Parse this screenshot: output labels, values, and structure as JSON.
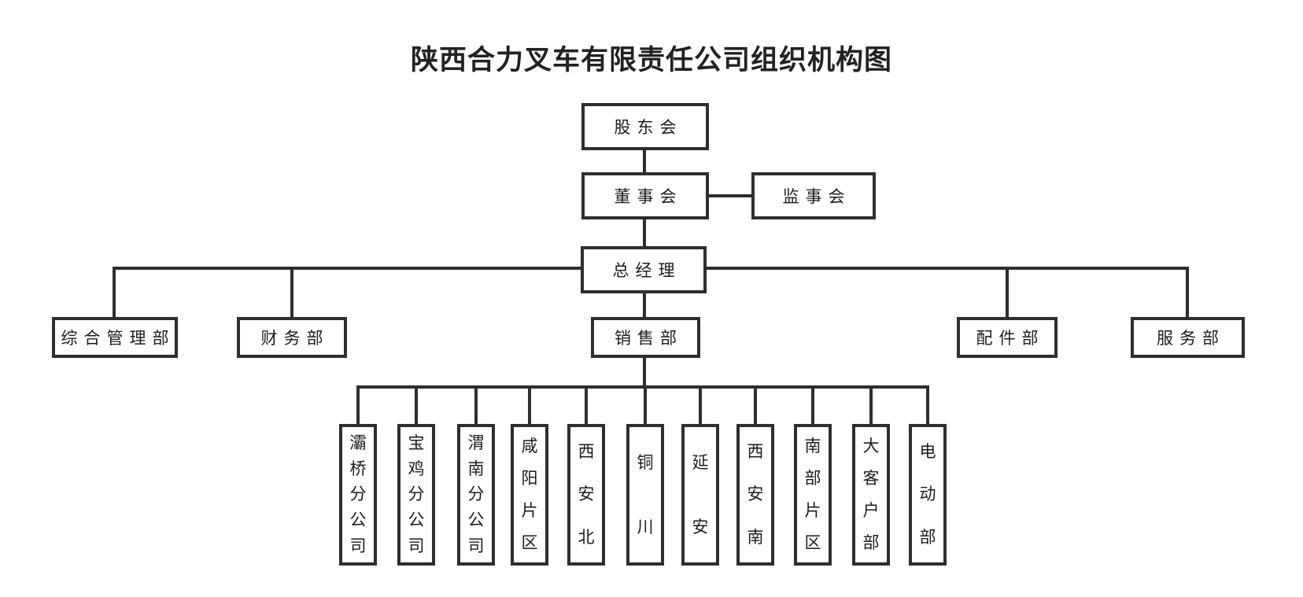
{
  "title": "陕西合力叉车有限责任公司组织机构图",
  "org": {
    "shareholders": {
      "label": "股东会"
    },
    "board": {
      "label": "董事会"
    },
    "supervisory": {
      "label": "监事会"
    },
    "general_manager": {
      "label": "总经理"
    },
    "departments": [
      {
        "label": "综合管理部"
      },
      {
        "label": "财务部"
      },
      {
        "label": "销售部"
      },
      {
        "label": "配件部"
      },
      {
        "label": "服务部"
      }
    ],
    "sales_children": [
      {
        "label": "灞桥分公司"
      },
      {
        "label": "宝鸡分公司"
      },
      {
        "label": "渭南分公司"
      },
      {
        "label": "咸阳片区"
      },
      {
        "label": "西安北"
      },
      {
        "label": "铜川"
      },
      {
        "label": "延安"
      },
      {
        "label": "西安南"
      },
      {
        "label": "南部片区"
      },
      {
        "label": "大客户部"
      },
      {
        "label": "电动部"
      }
    ]
  }
}
